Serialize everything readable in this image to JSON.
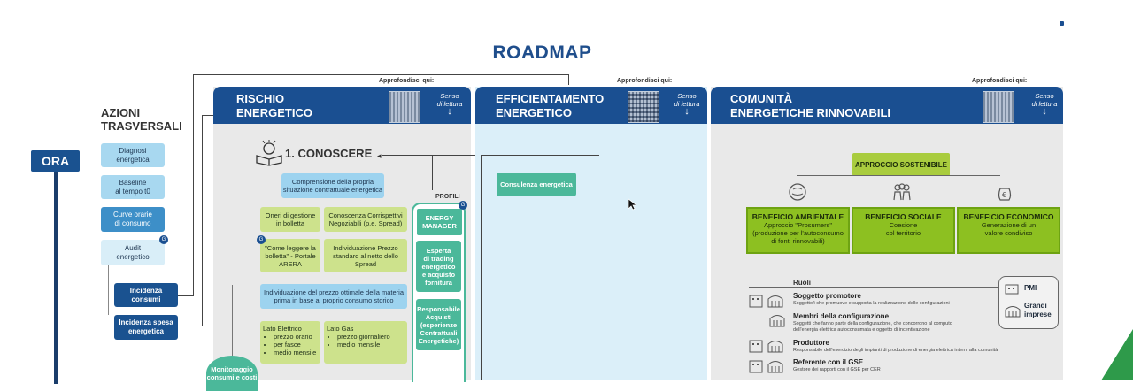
{
  "title": "ROADMAP",
  "ora": "ORA",
  "azioni": {
    "line1": "AZIONI",
    "line2": "TRASVERSALI",
    "items": [
      {
        "l1": "Diagnosi",
        "l2": "energetica"
      },
      {
        "l1": "Baseline",
        "l2": "al tempo t0"
      },
      {
        "l1": "Curve orarie",
        "l2": "di consumo"
      },
      {
        "l1": "Audit",
        "l2": "energetico"
      },
      {
        "l1": "Incidenza",
        "l2": "consumi"
      },
      {
        "l1": "Incidenza spesa",
        "l2": "energetica"
      }
    ]
  },
  "approfondisci": "Approfondisci qui:",
  "senso": {
    "l1": "Senso",
    "l2": "di lettura"
  },
  "arrow": "↓",
  "panels": {
    "rischio": {
      "l1": "RISCHIO",
      "l2": "ENERGETICO"
    },
    "effic": {
      "l1": "EFFICIENTAMENTO",
      "l2": "ENERGETICO"
    },
    "comunita": {
      "l1": "COMUNITÀ",
      "l2": "ENERGETICHE RINNOVABILI"
    }
  },
  "conoscere": "1. CONOSCERE",
  "rischio_boxes": {
    "comprensione": {
      "l1": "Comprensione della propria",
      "l2": "situazione contrattuale energetica"
    },
    "oneri": {
      "l1": "Oneri di gestione",
      "l2": "in bolletta"
    },
    "conoscenza": {
      "l1": "Conoscenza Corrispettivi",
      "l2": "Negoziabili (p.e. Spread)"
    },
    "come": {
      "l1": "\"Come leggere la",
      "l2": "bolletta\" - Portale",
      "l3": "ARERA"
    },
    "individ_prezzo": {
      "l1": "Individuazione Prezzo",
      "l2": "standard al netto dello",
      "l3": "Spread"
    },
    "individ_ottimale": {
      "l1": "Individuazione del prezzo ottimale della materia",
      "l2": "prima in base al proprio consumo storico"
    },
    "elettrico": {
      "title": "Lato Elettrico",
      "items": [
        "prezzo orario",
        "per fasce",
        "medio mensile"
      ]
    },
    "gas": {
      "title": "Lato Gas",
      "items": [
        "prezzo giornaliero",
        "medio mensile"
      ]
    },
    "monitoraggio": {
      "l1": "Monitoraggio",
      "l2": "consumi e costi"
    }
  },
  "profili": {
    "label": "PROFILI",
    "energy_manager": {
      "l1": "ENERGY",
      "l2": "MANAGER"
    },
    "esperta": [
      "Esperta",
      "di trading",
      "energetico",
      "e acquisto",
      "fornitura"
    ],
    "responsabile": [
      "Responsabile",
      "Acquisti",
      "(esperienze",
      "Contrattuali",
      "Energetiche)"
    ]
  },
  "consulenza": "Consulenza energetica",
  "approccio": "APPROCCIO SOSTENIBILE",
  "benefici": [
    {
      "title": "BENEFICIO AMBIENTALE",
      "l1": "Approccio \"Prosumers\"",
      "l2": "(produzione per l'autoconsumo",
      "l3": "di fonti rinnovabili)"
    },
    {
      "title": "BENEFICIO SOCIALE",
      "l1": "Coesione",
      "l2": "col territorio",
      "l3": ""
    },
    {
      "title": "BENEFICIO ECONOMICO",
      "l1": "Generazione di un",
      "l2": "valore condiviso",
      "l3": ""
    }
  ],
  "ruoli": {
    "label": "Ruoli",
    "items": [
      {
        "title": "Soggetto promotore",
        "desc": "Soggetto/i che promuove e supporta la realizzazione delle configurazioni"
      },
      {
        "title": "Membri della configurazione",
        "desc": "Soggetti che fanno parte della configurazione, che concorrono al computo",
        "desc2": "dell'energia elettrica autoconsumata e oggetto di incentivazione"
      },
      {
        "title": "Produttore",
        "desc": "Responsabile dell'esercizio degli impianti di produzione di energia elettrica interni alla comunità"
      },
      {
        "title": "Referente con il GSE",
        "desc": "Gestore dei rapporti con il GSE per CER"
      }
    ],
    "pmi": "PMI",
    "grandi": {
      "l1": "Grandi",
      "l2": "imprese"
    }
  },
  "colors": {
    "navy": "#1a4f91",
    "green": "#8dc021",
    "teal": "#4bb89a",
    "light_blue": "#dbeff9"
  }
}
